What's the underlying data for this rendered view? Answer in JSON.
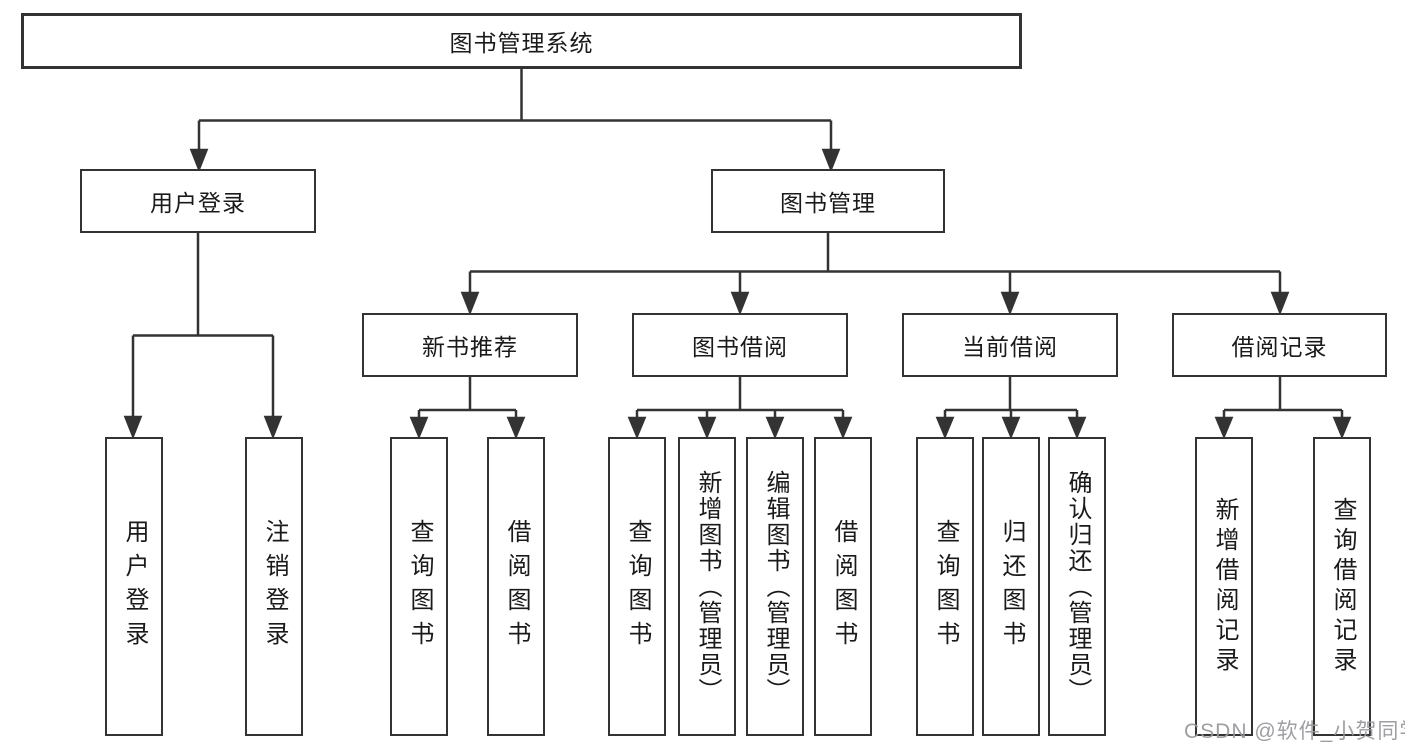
{
  "diagram": {
    "root": {
      "label": "图书管理系统"
    },
    "level2": [
      {
        "label": "用户登录"
      },
      {
        "label": "图书管理"
      }
    ],
    "level3": [
      {
        "label": "新书推荐"
      },
      {
        "label": "图书借阅"
      },
      {
        "label": "当前借阅"
      },
      {
        "label": "借阅记录"
      }
    ],
    "leaves": [
      {
        "parent": "用户登录",
        "label": "用户登录"
      },
      {
        "parent": "用户登录",
        "label": "注销登录"
      },
      {
        "parent": "新书推荐",
        "label": "查询图书"
      },
      {
        "parent": "新书推荐",
        "label": "借阅图书"
      },
      {
        "parent": "图书借阅",
        "label": "查询图书"
      },
      {
        "parent": "图书借阅",
        "label": "新增图书（管理员）"
      },
      {
        "parent": "图书借阅",
        "label": "编辑图书（管理员）"
      },
      {
        "parent": "图书借阅",
        "label": "借阅图书"
      },
      {
        "parent": "当前借阅",
        "label": "查询图书"
      },
      {
        "parent": "当前借阅",
        "label": "归还图书"
      },
      {
        "parent": "当前借阅",
        "label": "确认归还（管理员）"
      },
      {
        "parent": "借阅记录",
        "label": "新增借阅记录"
      },
      {
        "parent": "借阅记录",
        "label": "查询借阅记录"
      }
    ],
    "watermark": {
      "text": "CSDN @软件_小贺同学"
    },
    "colors": {
      "line": "#333333",
      "box_background": "#ffffff",
      "text": "#1a1a1a",
      "watermark": "#9b9b9e"
    }
  }
}
